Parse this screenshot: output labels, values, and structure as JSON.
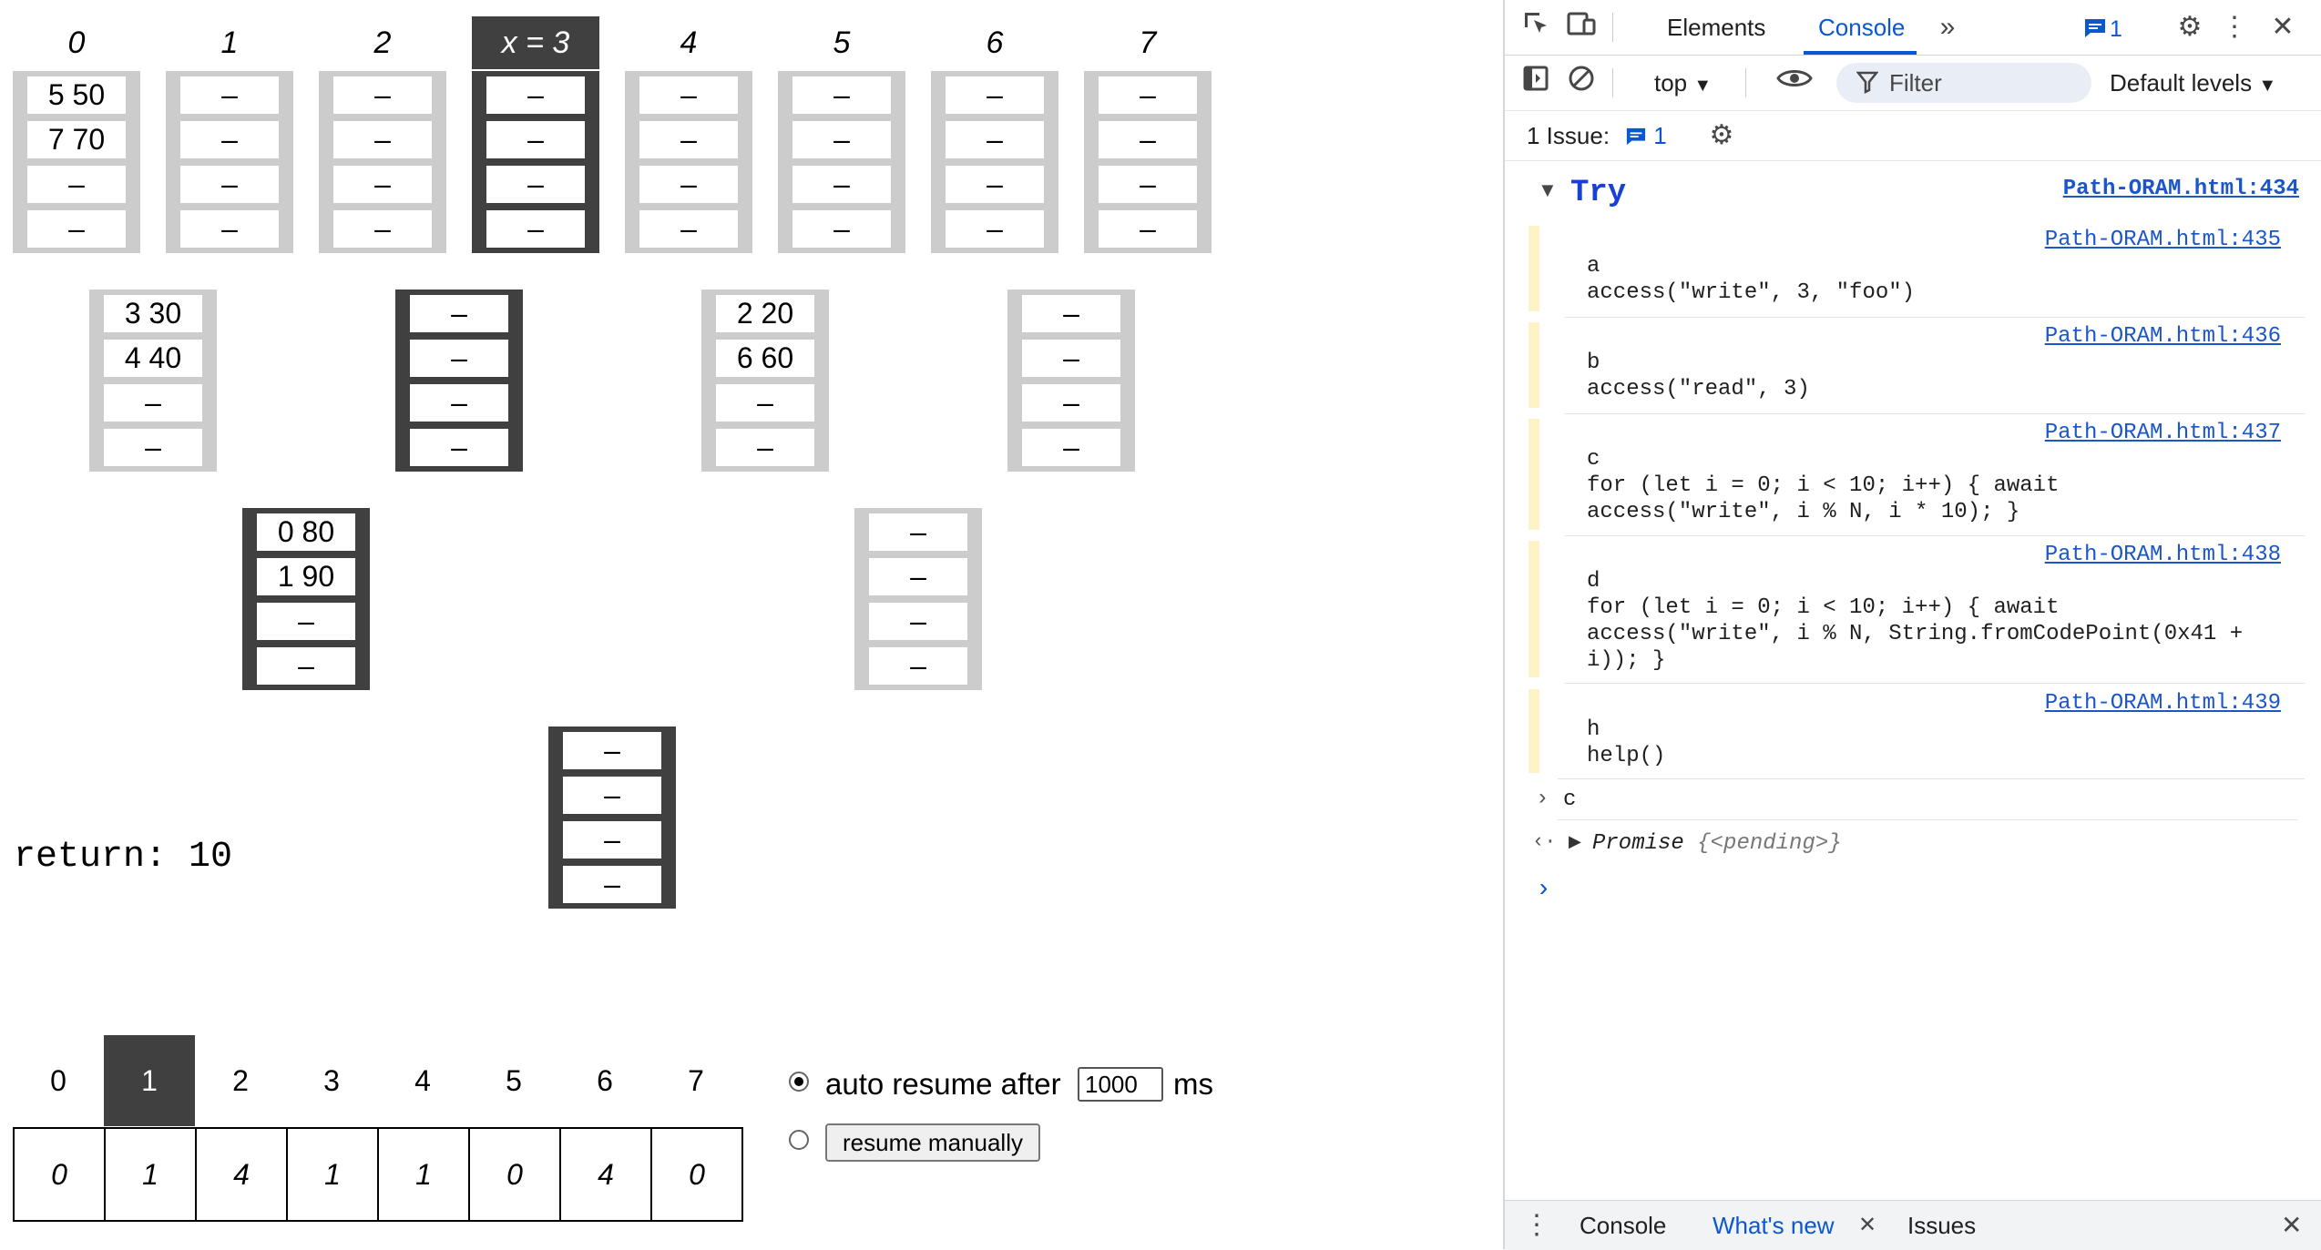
{
  "oram": {
    "leaf_labels": [
      "0",
      "1",
      "2",
      "x = 3",
      "4",
      "5",
      "6",
      "7"
    ],
    "current_leaf": 3,
    "levels": [
      [
        [
          "5 50",
          "7 70",
          "–",
          "–"
        ],
        [
          "–",
          "–",
          "–",
          "–"
        ],
        [
          "–",
          "–",
          "–",
          "–"
        ],
        [
          "–",
          "–",
          "–",
          "–"
        ],
        [
          "–",
          "–",
          "–",
          "–"
        ],
        [
          "–",
          "–",
          "–",
          "–"
        ],
        [
          "–",
          "–",
          "–",
          "–"
        ],
        [
          "–",
          "–",
          "–",
          "–"
        ]
      ],
      [
        [
          "3 30",
          "4 40",
          "–",
          "–"
        ],
        [
          "–",
          "–",
          "–",
          "–"
        ],
        [
          "2 20",
          "6 60",
          "–",
          "–"
        ],
        [
          "–",
          "–",
          "–",
          "–"
        ]
      ],
      [
        [
          "0 80",
          "1 90",
          "–",
          "–"
        ],
        [
          "–",
          "–",
          "–",
          "–"
        ]
      ],
      [
        [
          "–",
          "–",
          "–",
          "–"
        ]
      ]
    ],
    "active_path": [
      3,
      1,
      0,
      0
    ],
    "return_text": "return: 10"
  },
  "position_map": {
    "indices": [
      "0",
      "1",
      "2",
      "3",
      "4",
      "5",
      "6",
      "7"
    ],
    "values": [
      "0",
      "1",
      "4",
      "1",
      "1",
      "0",
      "4",
      "0"
    ],
    "current_index": 1
  },
  "controls": {
    "auto_label": "auto resume after",
    "ms_value": "1000",
    "ms_unit": "ms",
    "resume_label": "resume manually",
    "auto_checked": true
  },
  "devtools": {
    "tabs": [
      "Elements",
      "Console"
    ],
    "active_tab": "Console",
    "issue_badge": "1",
    "context": "top",
    "filter_placeholder": "Filter",
    "levels": "Default levels",
    "issues_label": "1 Issue:",
    "issues_count": "1",
    "group_title": "Try",
    "group_link": "Path-ORAM.html:434",
    "entries": [
      {
        "link": "Path-ORAM.html:435",
        "lines": [
          "a",
          "access(\"write\", 3, \"foo\")"
        ]
      },
      {
        "link": "Path-ORAM.html:436",
        "lines": [
          "b",
          "access(\"read\", 3)"
        ]
      },
      {
        "link": "Path-ORAM.html:437",
        "lines": [
          "c",
          "for (let i = 0; i < 10; i++) { await",
          "access(\"write\", i % N, i * 10); }"
        ]
      },
      {
        "link": "Path-ORAM.html:438",
        "lines": [
          "d",
          "for (let i = 0; i < 10; i++) { await",
          "access(\"write\", i % N, String.fromCodePoint(0x41 +",
          "i)); }"
        ]
      },
      {
        "link": "Path-ORAM.html:439",
        "lines": [
          "h",
          "help()"
        ]
      }
    ],
    "input_echo": "c",
    "result_word": "Promise",
    "result_state": "{<pending>}",
    "drawer_tabs": [
      "Console",
      "What's new",
      "Issues"
    ],
    "drawer_active": "What's new"
  }
}
